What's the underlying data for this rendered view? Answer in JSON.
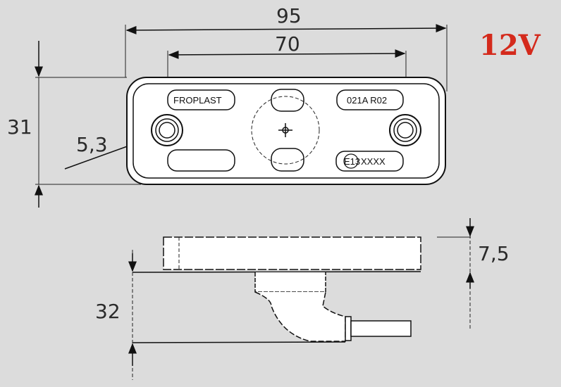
{
  "voltage_label": "12V",
  "dimensions": {
    "overall_length": "95",
    "hole_spacing": "70",
    "height": "31",
    "hole_diameter": "5,3",
    "depth": "32",
    "thickness": "7,5"
  },
  "markings": {
    "brand": "FROPLAST",
    "code": "021A R02",
    "approval_mark": "E13",
    "approval_number": "XXXX"
  },
  "colors": {
    "voltage": "#d42a1c",
    "background": "#dcdcdc"
  }
}
